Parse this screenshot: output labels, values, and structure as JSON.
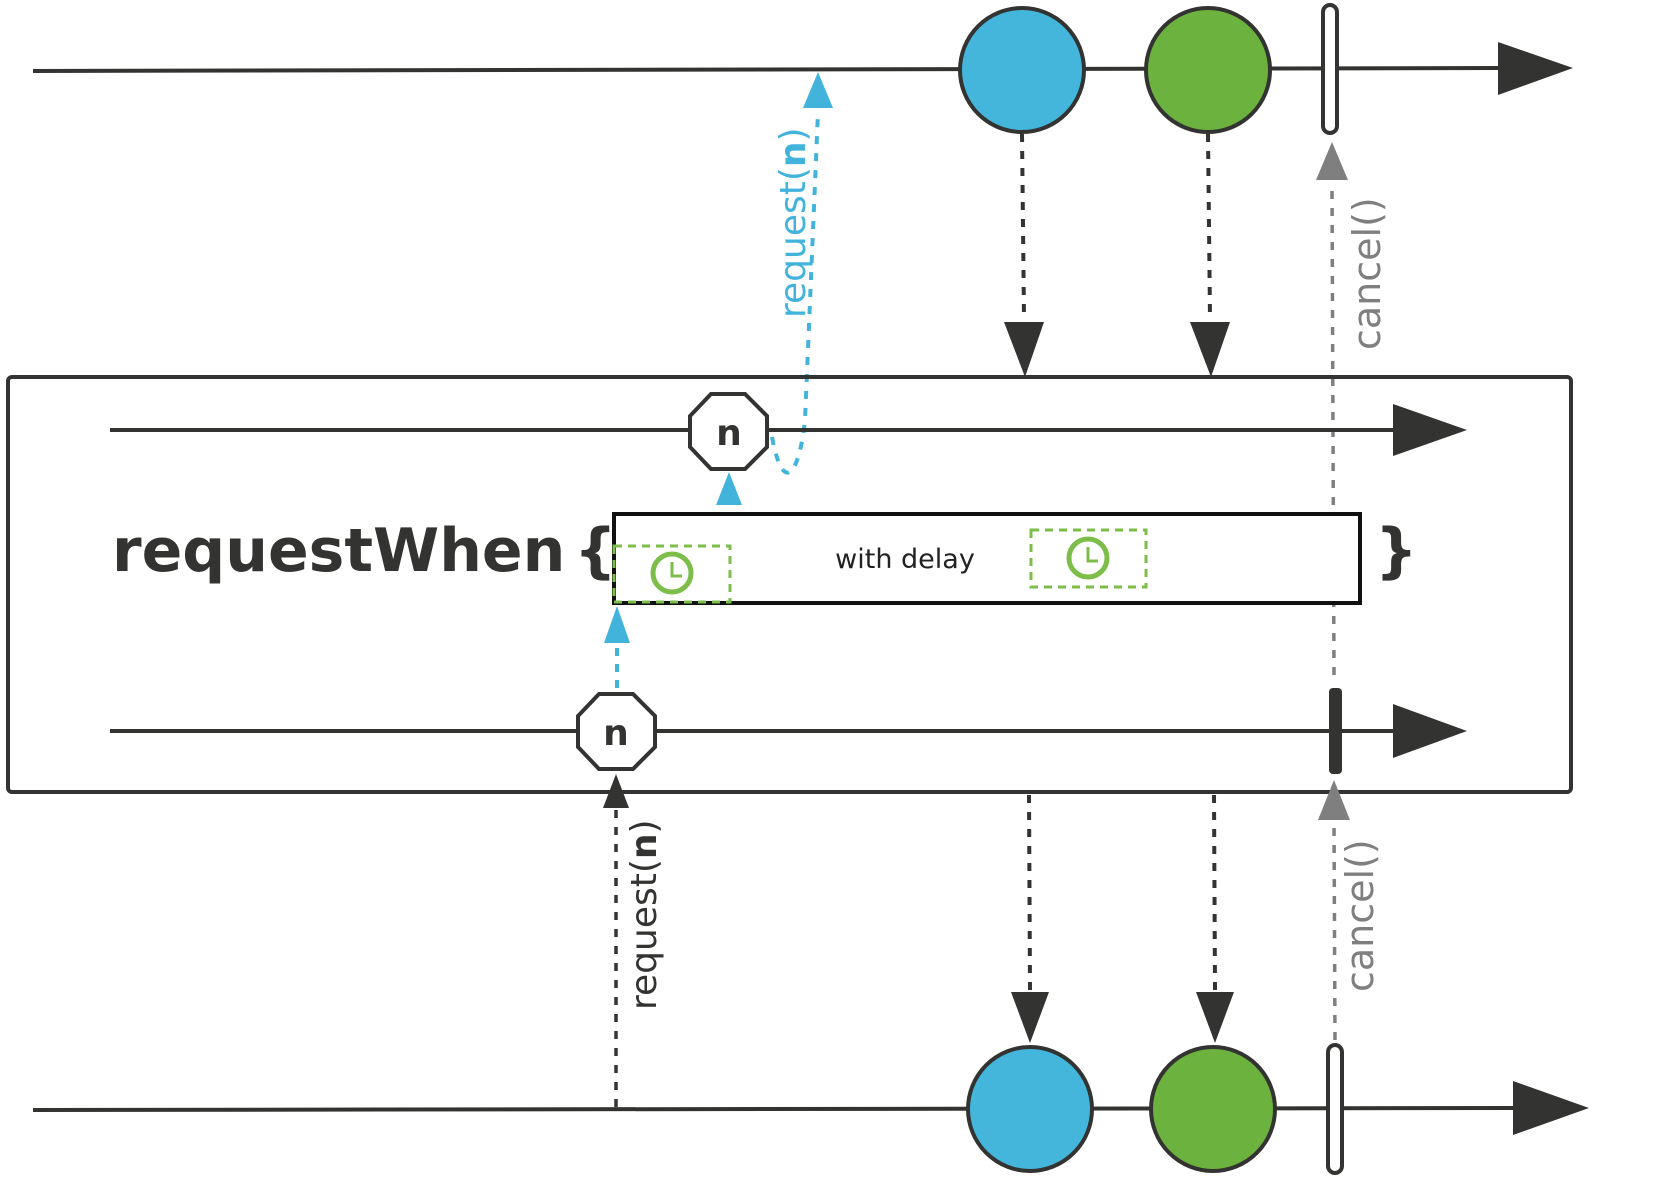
{
  "operator": {
    "name": "requestWhen",
    "open_brace": "{",
    "close_brace": "}",
    "inner_label": "with delay"
  },
  "request_token": "n",
  "labels": {
    "request_prefix": "request(",
    "request_arg": "n",
    "request_suffix": ")",
    "cancel": "cancel()"
  },
  "colors": {
    "line": "#333331",
    "blue_marble": "#44b6db",
    "green_marble": "#6cb23f",
    "request_blue": "#42b4dc",
    "cancel_grey": "#7f7f7f",
    "clock_green": "#7dbd4a"
  },
  "icons": {
    "clock": "clock-icon",
    "token": "octagon-token"
  },
  "timelines": {
    "upstream_marbles": [
      "blue",
      "green"
    ],
    "upstream_end": "cancel-marker",
    "downstream_marbles": [
      "blue",
      "green"
    ],
    "downstream_end": "cancel-marker"
  }
}
